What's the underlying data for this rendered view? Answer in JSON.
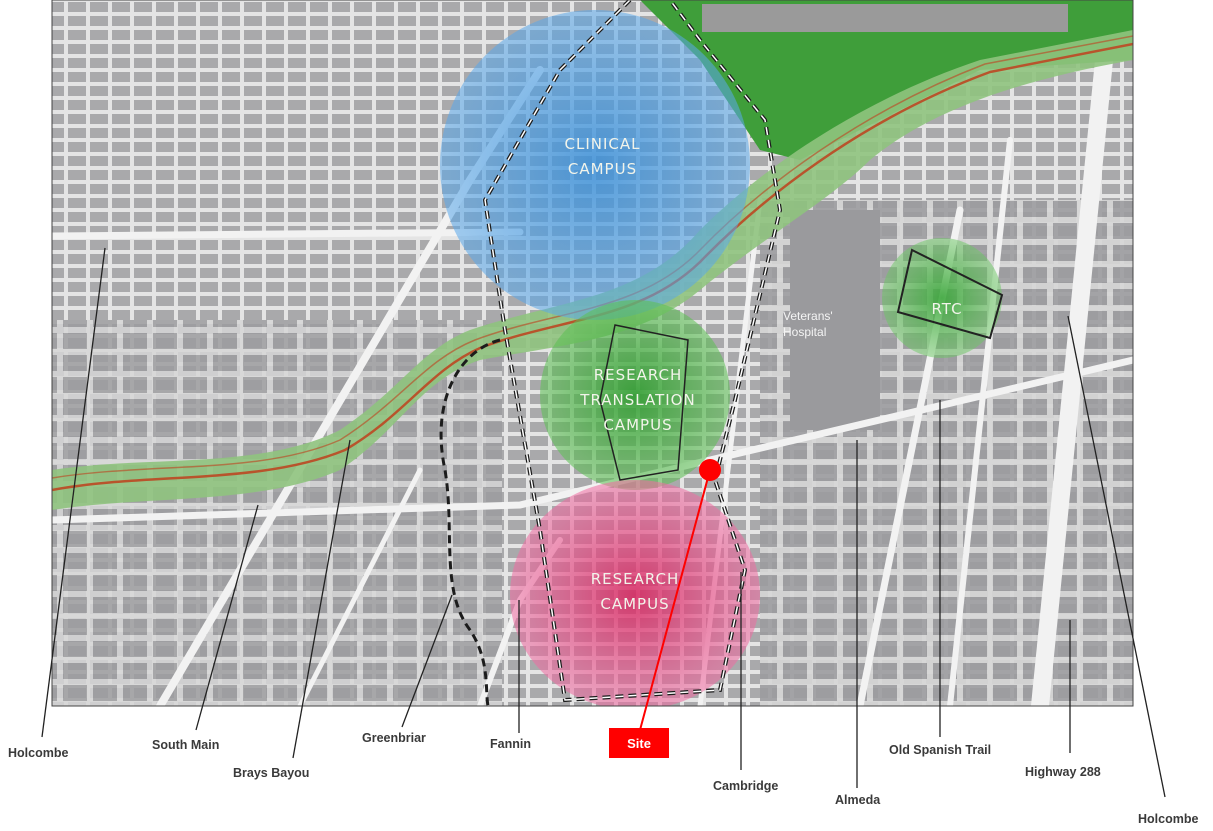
{
  "map": {
    "campuses": {
      "clinical": {
        "line1": "CLINICAL",
        "line2": "CAMPUS",
        "color": "#4aa3e8"
      },
      "translation": {
        "line1": "RESEARCH",
        "line2": "TRANSLATION",
        "line3": "CAMPUS",
        "color": "#3db43a"
      },
      "research": {
        "line1": "RESEARCH",
        "line2": "CAMPUS",
        "color": "#ea5a9a"
      },
      "rtc": {
        "label": "RTC",
        "color": "#4cb84a"
      }
    },
    "veterans_hospital": {
      "line1": "Veterans'",
      "line2": "Hospital"
    },
    "site_marker_color": "#ff0000",
    "bayou_color": "#b8542c",
    "green_space_color": "#3f9e3a"
  },
  "callouts": {
    "holcombe_left": "Holcombe",
    "south_main": "South Main",
    "brays_bayou": "Brays Bayou",
    "greenbriar": "Greenbriar",
    "fannin": "Fannin",
    "site": "Site",
    "cambridge": "Cambridge",
    "almeda": "Almeda",
    "old_spanish_trail": "Old Spanish Trail",
    "highway_288": "Highway 288",
    "holcombe_right": "Holcombe"
  }
}
